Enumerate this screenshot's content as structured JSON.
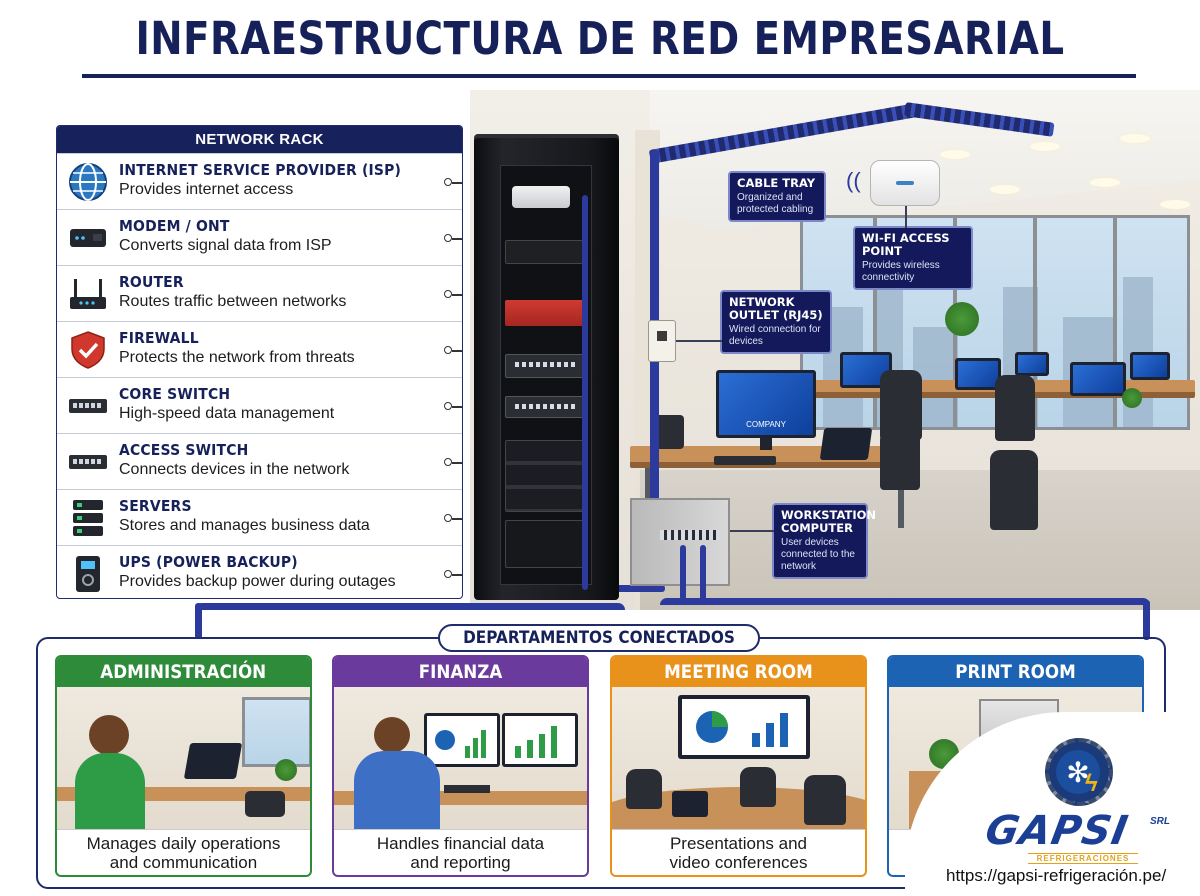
{
  "title": "INFRAESTRUCTURA DE RED EMPRESARIAL",
  "rack_panel": {
    "header": "NETWORK RACK",
    "items": [
      {
        "name": "INTERNET SERVICE PROVIDER (ISP)",
        "desc": "Provides internet access",
        "icon": "globe-icon"
      },
      {
        "name": "MODEM / ONT",
        "desc": "Converts signal data from ISP",
        "icon": "modem-icon"
      },
      {
        "name": "ROUTER",
        "desc": "Routes traffic between networks",
        "icon": "router-icon"
      },
      {
        "name": "FIREWALL",
        "desc": "Protects the network from threats",
        "icon": "shield-icon"
      },
      {
        "name": "CORE SWITCH",
        "desc": "High-speed data management",
        "icon": "switch-icon"
      },
      {
        "name": "ACCESS SWITCH",
        "desc": "Connects devices in the network",
        "icon": "switch-icon"
      },
      {
        "name": "SERVERS",
        "desc": "Stores and manages business data",
        "icon": "server-icon"
      },
      {
        "name": "UPS (POWER BACKUP)",
        "desc": "Provides backup power during outages",
        "icon": "ups-icon"
      }
    ]
  },
  "callouts": {
    "cable_tray": {
      "title": "CABLE TRAY",
      "desc": "Organized and protected cabling"
    },
    "wifi": {
      "title": "WI-FI ACCESS POINT",
      "desc": "Provides wireless connectivity"
    },
    "outlet": {
      "title": "NETWORK OUTLET (RJ45)",
      "desc": "Wired connection for devices"
    },
    "workstation": {
      "title": "WORKSTATION COMPUTER",
      "desc": "User devices connected to the network"
    }
  },
  "screen_labels": {
    "company": "COMPANY"
  },
  "departments": {
    "title": "DEPARTAMENTOS CONECTADOS",
    "cards": [
      {
        "name": "ADMINISTRACIÓN",
        "caption_line1": "Manages daily operations",
        "caption_line2": "and communication",
        "color": "#2e8b3a"
      },
      {
        "name": "FINANZA",
        "caption_line1": "Handles financial data",
        "caption_line2": "and reporting",
        "color": "#6a3b9c"
      },
      {
        "name": "MEETING ROOM",
        "caption_line1": "Presentations and",
        "caption_line2": "video conferences",
        "color": "#e8921c"
      },
      {
        "name": "PRINT ROOM",
        "caption_line1": "",
        "caption_line2": "",
        "color": "#1d63b4"
      }
    ]
  },
  "logo": {
    "brand": "GAPSI",
    "suffix": "SRL",
    "sub": "REFRIGERACIONES",
    "url": "https://gapsi-refrigeración.pe/"
  },
  "colors": {
    "navy": "#16215a",
    "cable": "#2c3a9e",
    "firewall": "#c8342c"
  }
}
